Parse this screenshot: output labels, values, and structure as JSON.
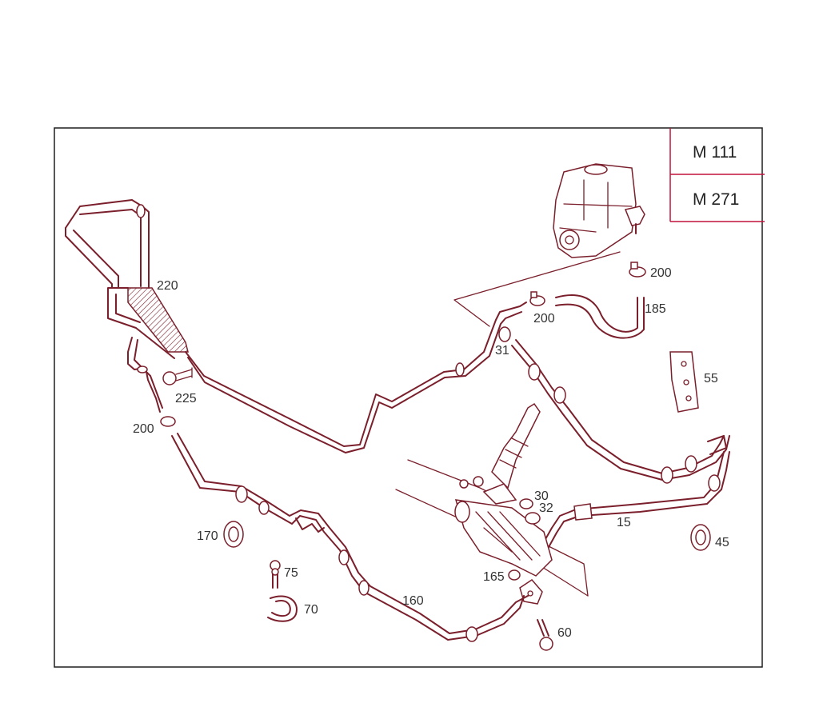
{
  "models": [
    "M 111",
    "M 271"
  ],
  "parts": {
    "p220": "220",
    "p200_top": "200",
    "p200_mid": "200",
    "p200_left": "200",
    "p185": "185",
    "p31": "31",
    "p55": "55",
    "p225": "225",
    "p30": "30",
    "p32": "32",
    "p15": "15",
    "p170": "170",
    "p45": "45",
    "p75": "75",
    "p165": "165",
    "p160": "160",
    "p70": "70",
    "p60": "60"
  },
  "colors": {
    "line": "#7a1f2b",
    "accent": "#c0143c",
    "text": "#333333"
  }
}
